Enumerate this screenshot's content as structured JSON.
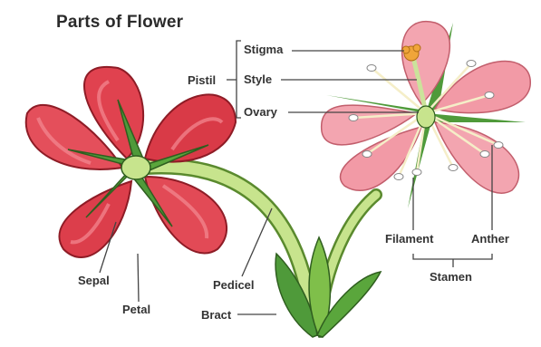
{
  "diagram": {
    "title": "Parts of Flower",
    "labels": {
      "pistil": "Pistil",
      "stigma": "Stigma",
      "style": "Style",
      "ovary": "Ovary",
      "sepal": "Sepal",
      "petal": "Petal",
      "pedicel": "Pedicel",
      "bract": "Bract",
      "filament": "Filament",
      "anther": "Anther",
      "stamen": "Stamen"
    }
  },
  "colors": {
    "red_petal": "#e0424f",
    "red_petal_light": "#f06c77",
    "pink_petal": "#f3a5b0",
    "pink_petal_light": "#f9ccd3",
    "leaf_green": "#4f9a3a",
    "leaf_light": "#8cc94f",
    "stem": "#b8dc7a",
    "stigma": "#f0a53a",
    "label_line": "#444444"
  }
}
